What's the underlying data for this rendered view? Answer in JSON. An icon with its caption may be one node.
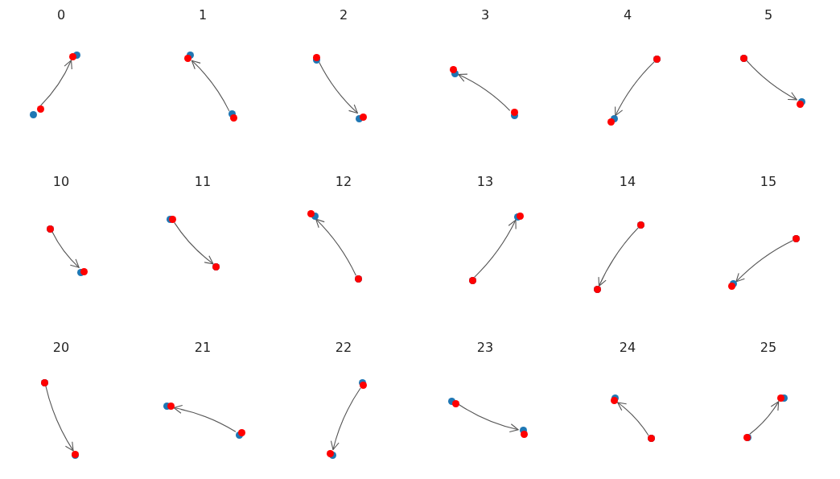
{
  "diagram": {
    "nodes": [
      {
        "text": [],
        "shape": "circle"
      },
      {
        "text": [],
        "shape": "circle"
      },
      {
        "text": [],
        "shape": "circle"
      },
      {
        "text": [],
        "shape": "circle"
      },
      {
        "text": [],
        "shape": "circle"
      },
      {
        "text": [],
        "shape": "circle"
      },
      {
        "text": [],
        "shape": "circle"
      },
      {
        "text": [],
        "shape": "circle"
      },
      {
        "text": [],
        "shape": "circle"
      },
      {
        "text": [],
        "shape": "circle"
      },
      {
        "text": [],
        "shape": "circle"
      },
      {
        "text": [],
        "shape": "circle"
      },
      {
        "text": [],
        "shape": "circle"
      },
      {
        "text": [],
        "shape": "circle"
      },
      {
        "text": [],
        "shape": "circle"
      },
      {
        "text": [],
        "shape": "circle"
      },
      {
        "text": [],
        "shape": "circle"
      },
      {
        "text": [],
        "shape": "circle"
      },
      {
        "text": [],
        "shape": "circle"
      },
      {
        "text": [],
        "shape": "circle"
      },
      {
        "text": [],
        "shape": "circle"
      },
      {
        "text": [],
        "shape": "circle"
      },
      {
        "text": [],
        "shape": "circle"
      },
      {
        "text": [],
        "shape": "circle"
      },
      {
        "text": [],
        "shape": "circle"
      },
      {
        "text": [],
        "shape": "circle"
      },
      {
        "text": [],
        "shape": "circle"
      },
      {
        "text": [],
        "shape": "circle"
      },
      {
        "text": [],
        "shape": "circle"
      },
      {
        "text": [],
        "shape": "circle"
      },
      {
        "text": [],
        "shape": "circle"
      },
      {
        "text": [],
        "shape": "circle"
      },
      {
        "text": [],
        "shape": "circle"
      },
      {
        "text": [],
        "shape": "circle"
      },
      {
        "text": [],
        "shape": "circle"
      },
      {
        "text": [],
        "shape": "circle"
      }
    ],
    "edges": [
      {
        "from": 0,
        "to": 1,
        "arrow": "to"
      },
      {
        "from": 3,
        "to": 2,
        "arrow": "to"
      },
      {
        "from": 4,
        "to": 5,
        "arrow": "to"
      },
      {
        "from": 7,
        "to": 6,
        "arrow": "to"
      },
      {
        "from": 8,
        "to": 9,
        "arrow": "to"
      },
      {
        "from": 10,
        "to": 11,
        "arrow": "to"
      },
      {
        "from": 12,
        "to": 13,
        "arrow": "to"
      },
      {
        "from": 14,
        "to": 15,
        "arrow": "to"
      },
      {
        "from": 17,
        "to": 16,
        "arrow": "to"
      },
      {
        "from": 18,
        "to": 19,
        "arrow": "to"
      },
      {
        "from": 20,
        "to": 21,
        "arrow": "to"
      },
      {
        "from": 22,
        "to": 23,
        "arrow": "to"
      },
      {
        "from": 24,
        "to": 25,
        "arrow": "to"
      },
      {
        "from": 27,
        "to": 26,
        "arrow": "to"
      },
      {
        "from": 28,
        "to": 29,
        "arrow": "to"
      },
      {
        "from": 30,
        "to": 31,
        "arrow": "to"
      },
      {
        "from": 33,
        "to": 32,
        "arrow": "to"
      },
      {
        "from": 34,
        "to": 35,
        "arrow": "to"
      }
    ],
    "labels": [
      "0",
      "1",
      "2",
      "3",
      "4",
      "5",
      "10",
      "11",
      "12",
      "13",
      "14",
      "15",
      "20",
      "21",
      "22",
      "23",
      "24",
      "25"
    ]
  }
}
